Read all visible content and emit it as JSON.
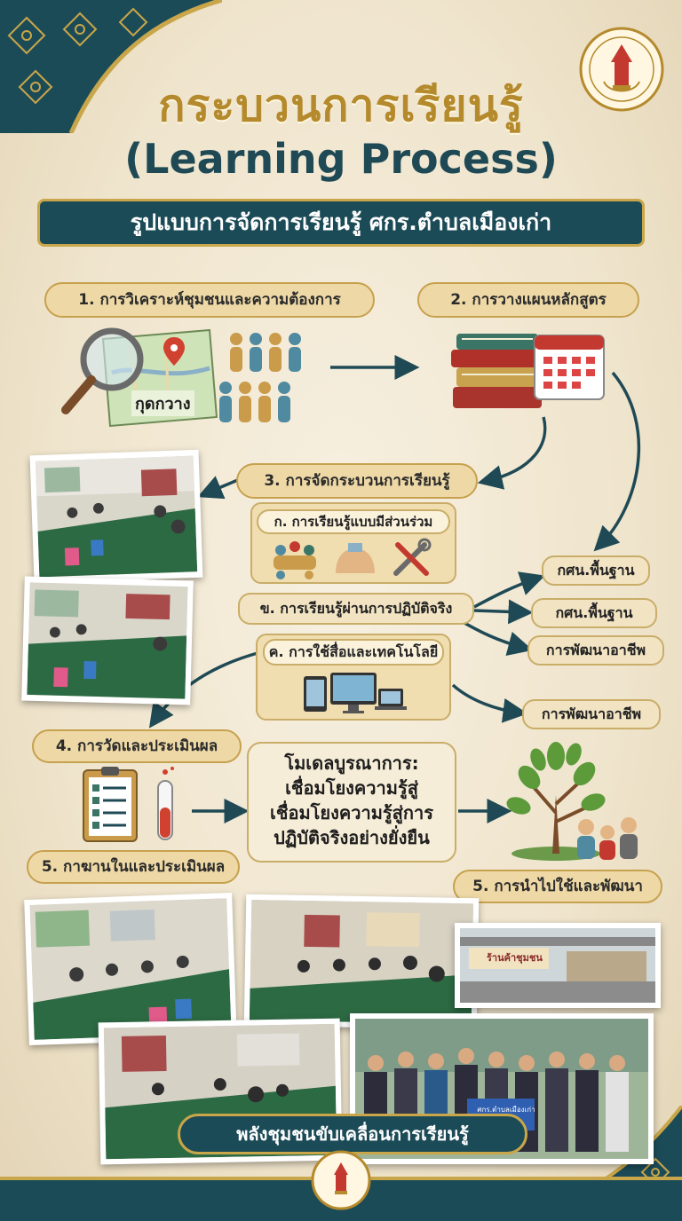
{
  "header": {
    "title_th": "กระบวนการเรียนรู้",
    "title_en": "(Learning Process)",
    "banner": "รูปแบบการจัดการเรียนรู้ ศกร.ตำบลเมืองเก่า"
  },
  "steps": {
    "step1": "1. การวิเคราะห์ชุมชนและความต้องการ",
    "step2": "2. การวางแผนหลักสูตร",
    "step3": "3. การจัดกระบวนการเรียนรู้",
    "step4": "4. การวัดและประเมินผล",
    "step5a": "5. กาฆานในและประเมินผล",
    "step5b": "5. การนำไปใช้และพัฒนา"
  },
  "map_label": "กุดกวาง",
  "methods": {
    "a": "ก. การเรียนรู้แบบมีส่วนร่วม",
    "b": "ข. การเรียนรู้ผ่านการปฏิบัติจริง",
    "c": "ค. การใช้สื่อและเทคโนโลยี"
  },
  "outcomes": [
    "กศน.พื้นฐาน",
    "กศน.พื้นฐาน",
    "การพัฒนาอาชีพ",
    "การพัฒนาอาชีพ"
  ],
  "model": {
    "line1": "โมเดลบูรณาการ:",
    "line2": "เชื่อมโยงความรู้สู่",
    "line3": "เชื่อมโยงความรู้สู่การ",
    "line4": "ปฏิบัติจริงอย่างยั่งยืน"
  },
  "bottom_banner": "พลังชุมชนขับเคลื่อนการเรียนรู้",
  "group_sign": "ศกร.ตำบลเมืองเก่า",
  "store_sign": "ร้านค้าชุมชน",
  "colors": {
    "teal": "#1c4b58",
    "gold": "#c9a649",
    "arrow": "#1f4a55"
  }
}
